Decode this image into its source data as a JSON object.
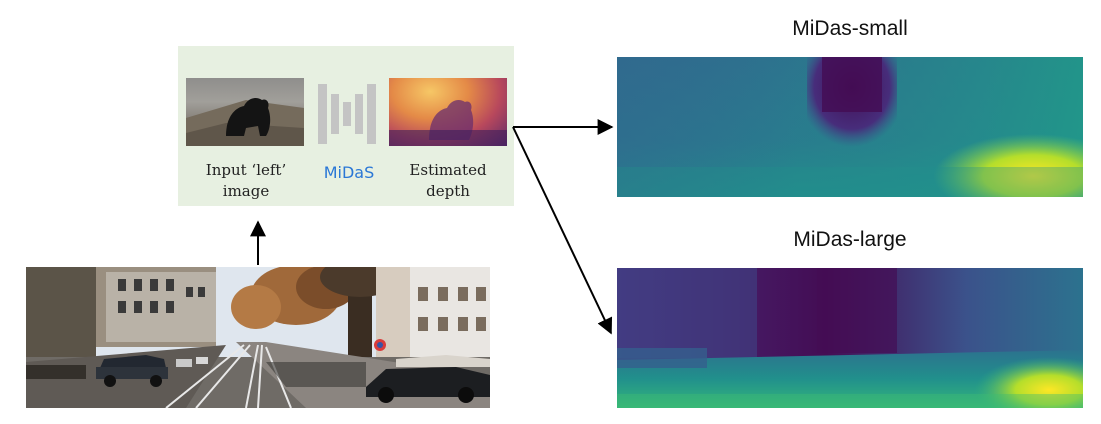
{
  "pipeline": {
    "input_caption_line1": "Input ‘left’",
    "input_caption_line2": "image",
    "model_label": "MiDaS",
    "output_caption_line1": "Estimated",
    "output_caption_line2": "depth"
  },
  "outputs": {
    "small_title": "MiDas-small",
    "large_title": "MiDas-large"
  },
  "colors": {
    "panel_bg": "#e7f0e1",
    "model_label": "#2a77d6",
    "viridis_dark": "#440d54",
    "viridis_mid": "#21908c",
    "viridis_bright": "#fde725"
  }
}
